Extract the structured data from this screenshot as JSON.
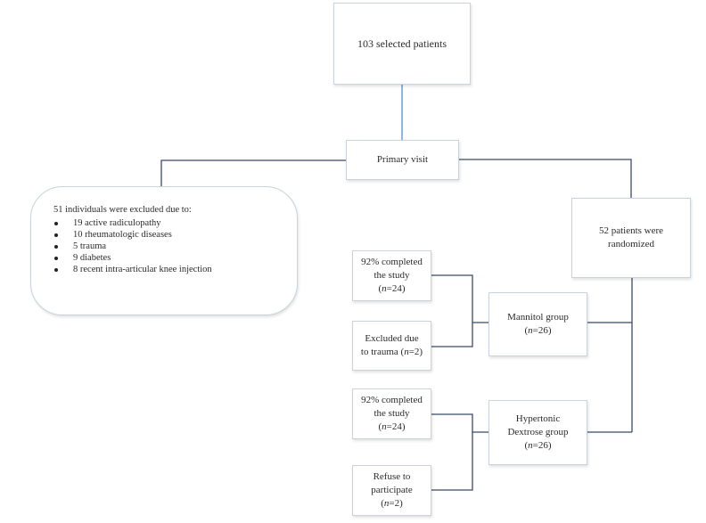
{
  "nodes": {
    "selected": {
      "text": "103 selected patients"
    },
    "primary": {
      "text": "Primary visit"
    },
    "excluded": {
      "heading": "51  individuals were excluded due to:",
      "reasons": [
        "19 active radiculopathy",
        "10 rheumatologic diseases",
        "5 trauma",
        "9 diabetes",
        "8 recent intra-articular knee injection"
      ]
    },
    "randomized": {
      "line1": "52 patients were",
      "line2": "randomized"
    },
    "mannitol": {
      "line1": "Mannitol group",
      "n_label": "n",
      "n_value": "=26)",
      "n_open": "("
    },
    "dextrose": {
      "line1": "Hypertonic",
      "line2": "Dextrose group",
      "n_label": "n",
      "n_value": "=26)",
      "n_open": "("
    },
    "mannitol_completed": {
      "line1": "92% completed",
      "line2": "the study",
      "n_open": "(",
      "n_label": "n",
      "n_value": "=24)"
    },
    "mannitol_excluded": {
      "line1": "Excluded due",
      "line2_pre": "to trauma (",
      "n_label": "n",
      "n_value": "=2)"
    },
    "dextrose_completed": {
      "line1": "92% completed",
      "line2": "the study",
      "n_open": "(",
      "n_label": "n",
      "n_value": "=24)"
    },
    "dextrose_refused": {
      "line1": "Refuse to",
      "line2": "participate",
      "n_open": "(",
      "n_label": "n",
      "n_value": "=2)"
    }
  },
  "colors": {
    "connector_dark": "#3a4a6b",
    "connector_light": "#8fb6dd",
    "box_border": "#c9d3dd"
  }
}
